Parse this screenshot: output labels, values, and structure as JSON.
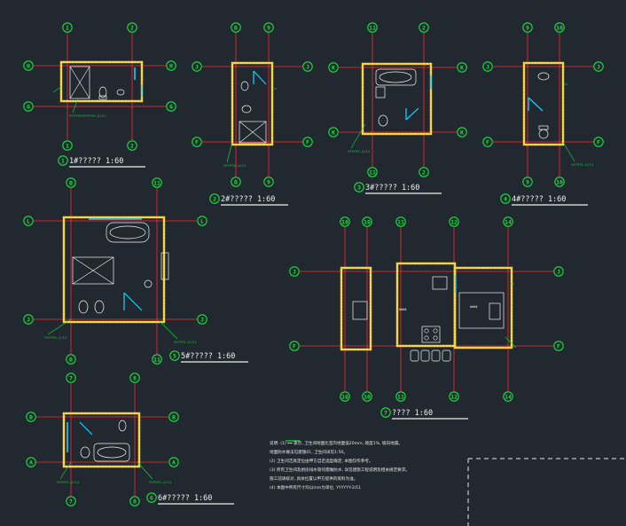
{
  "colors": {
    "background": "#212830",
    "axis_bubble": "#17e23c",
    "axis_line": "#ff2a2a",
    "wall": "#ffe14d",
    "wall_hatch": "#e8a020",
    "fixture": "#f2f2f2",
    "window": "#19d0ff",
    "leader": "#17e23c",
    "text": "#f0f0f0",
    "frame": "#e6e6e6"
  },
  "plans": [
    {
      "id": "plan-1",
      "number": "1",
      "title": "1#?????   1:60",
      "axes_top": [
        "1",
        "2"
      ],
      "axes_bottom": [
        "1",
        "2"
      ],
      "axes_left": [
        "H",
        "G"
      ],
      "axes_right": [
        "H",
        "G"
      ],
      "note": "YYYYYYYYYYYYY-2/11"
    },
    {
      "id": "plan-2",
      "number": "2",
      "title": "2#?????   1:60",
      "axes_top": [
        "B",
        "9"
      ],
      "axes_bottom": [
        "B",
        "9"
      ],
      "axes_left": [
        "J",
        "F"
      ],
      "axes_right": [
        "J",
        "F"
      ],
      "note": "YYYYYY-2/11"
    },
    {
      "id": "plan-3",
      "number": "3",
      "title": "3#?????   1:60",
      "axes_top": [
        "11",
        "2"
      ],
      "axes_bottom": [
        "11",
        "2"
      ],
      "axes_left": [
        "K",
        "K"
      ],
      "axes_right": [
        "K",
        "K"
      ],
      "note": "YYYYYY-2/11"
    },
    {
      "id": "plan-4",
      "number": "4",
      "title": "4#?????   1:60",
      "axes_top": [
        "9",
        "10"
      ],
      "axes_bottom": [
        "9",
        "10"
      ],
      "axes_left": [
        "J",
        "F"
      ],
      "axes_right": [
        "J",
        "F"
      ],
      "note": "YYYYYY-2/11"
    },
    {
      "id": "plan-5",
      "number": "5",
      "title": "5#?????   1:60",
      "axes_top": [
        "B",
        "11"
      ],
      "axes_bottom": [
        "B",
        "11"
      ],
      "axes_left": [
        "L",
        "J"
      ],
      "axes_right": [
        "L",
        "J"
      ],
      "note": "YYYYYY-2/11"
    },
    {
      "id": "plan-6",
      "number": "6",
      "title": "6#?????   1:60",
      "axes_top": [
        "7",
        "8"
      ],
      "axes_bottom": [
        "7",
        "8"
      ],
      "axes_left": [
        "B",
        "A"
      ],
      "axes_right": [
        "B",
        "A"
      ],
      "note": "YYYYYY-2/11"
    },
    {
      "id": "plan-7",
      "number": "7",
      "title": "????   1:60",
      "axes_top": [
        "10",
        "10",
        "11",
        "12",
        "14"
      ],
      "axes_bottom": [
        "10",
        "10",
        "11",
        "12",
        "14"
      ],
      "axes_left": [
        "J",
        "F"
      ],
      "axes_right": [
        "J",
        "F"
      ],
      "note": ""
    }
  ],
  "notes": [
    "说明: (1) ━━ 表示, 卫生间地面比室内地面低20mm, 坡度1%, 坡向地漏。",
    "       地面防水做法见建施01, 卫生间详见1:50。",
    "(2) 卫生间洁具定位由甲方自定选型确定, 本图仅作参考。",
    "(3) 所有卫生间及厨房排水管均需做防水, 详见建施工程说明及相关规范要求。",
    "      施工前请核对, 具体位置以甲方提供的资料为准。",
    "(4) 本图中所有尺寸均以mm为单位, YYYYYY-2/11"
  ]
}
